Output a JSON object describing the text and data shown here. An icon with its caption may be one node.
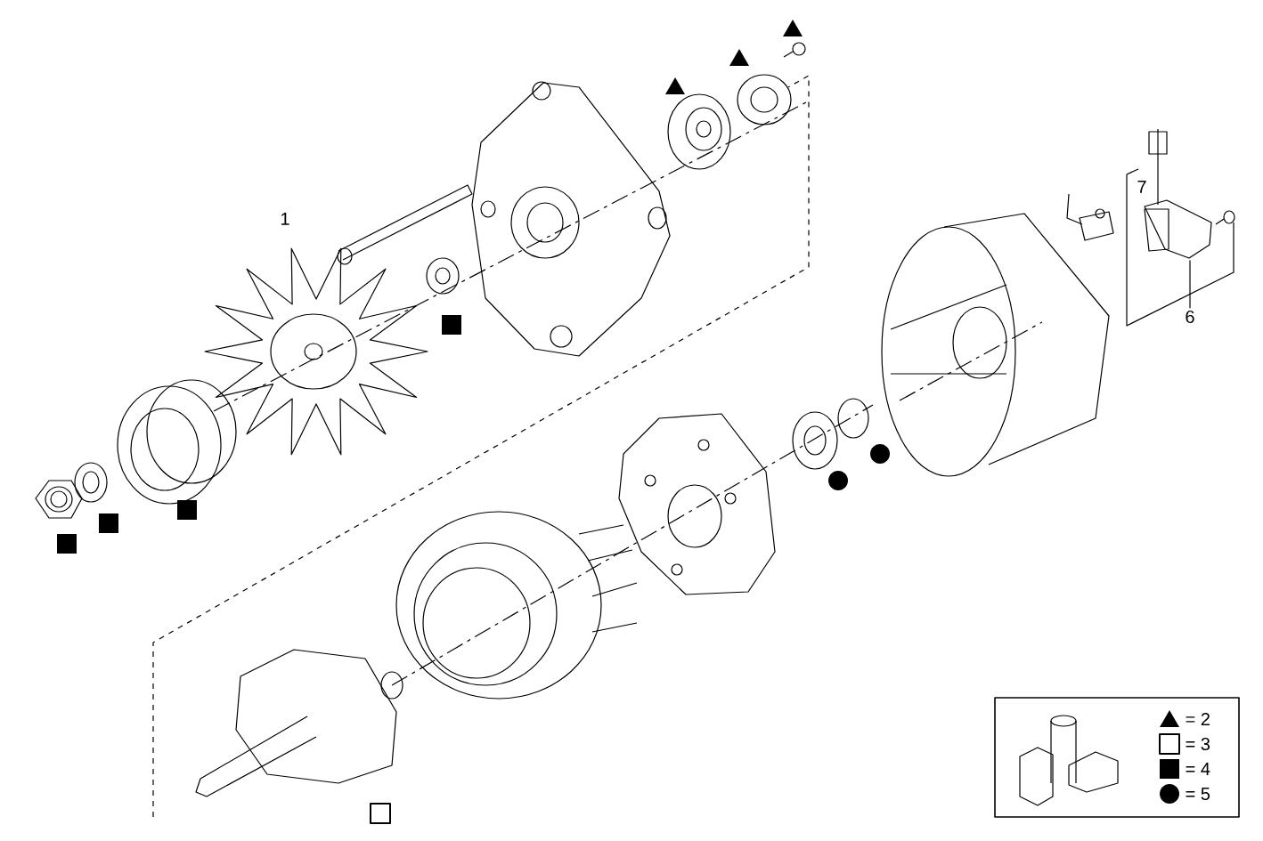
{
  "diagram": {
    "nodes": [
      {
        "text": [
          "6"
        ]
      },
      {
        "text": [],
        "shape": "picture"
      }
    ],
    "edges": [
      {
        "from": 0,
        "to": 1,
        "arrow": "none"
      }
    ],
    "labels": [
      "1",
      "7"
    ],
    "legend": [
      {
        "text": "= 2"
      },
      {
        "text": "= 3"
      },
      {
        "text": "= 4"
      },
      {
        "text": "= 5"
      }
    ]
  }
}
